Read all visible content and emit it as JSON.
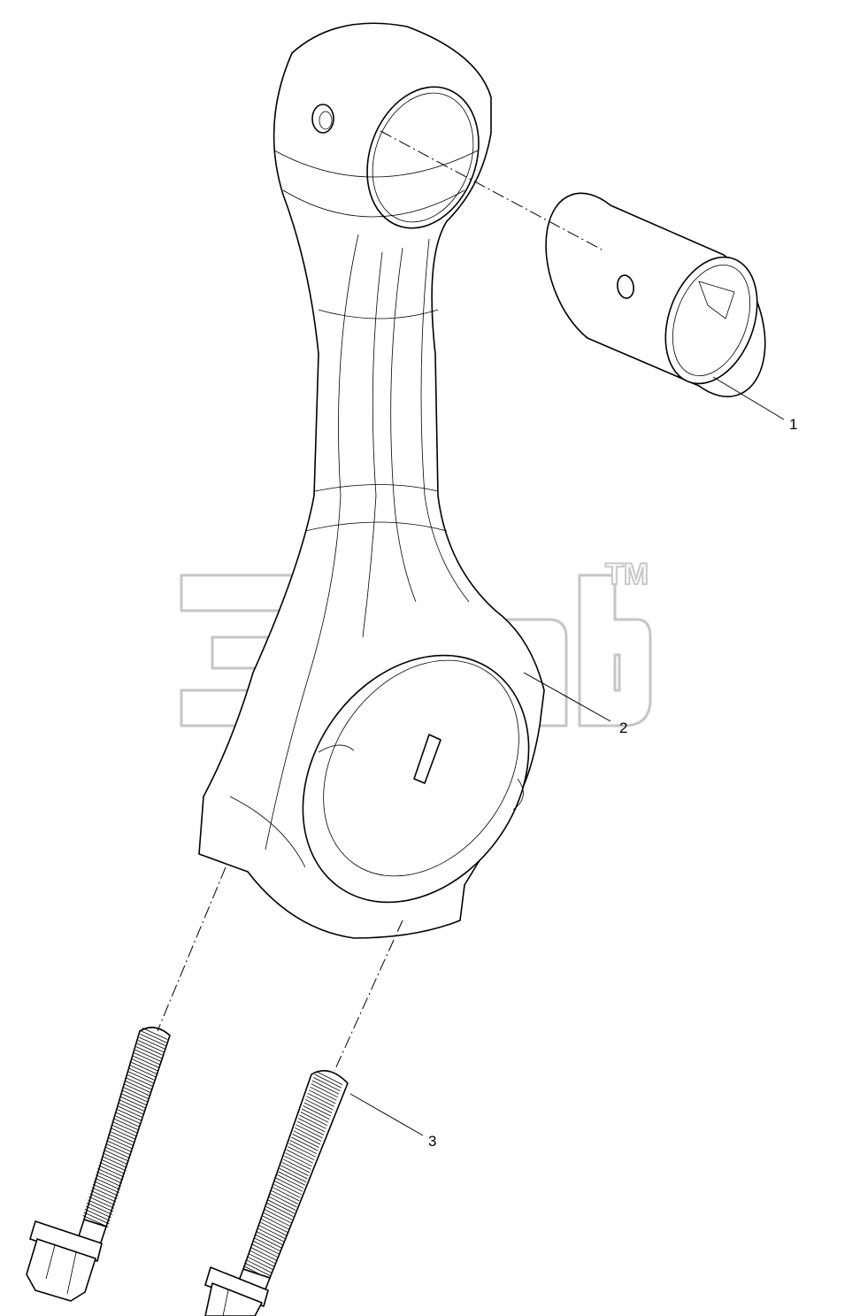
{
  "watermark": {
    "trademark": "TM"
  },
  "callouts": [
    {
      "id": "1",
      "label": "1"
    },
    {
      "id": "2",
      "label": "2"
    },
    {
      "id": "3",
      "label": "3"
    }
  ],
  "parts": [
    {
      "callout": "1",
      "icon": "small-end-bushing"
    },
    {
      "callout": "2",
      "icon": "connecting-rod"
    },
    {
      "callout": "3",
      "icon": "connecting-rod-bolt"
    }
  ]
}
